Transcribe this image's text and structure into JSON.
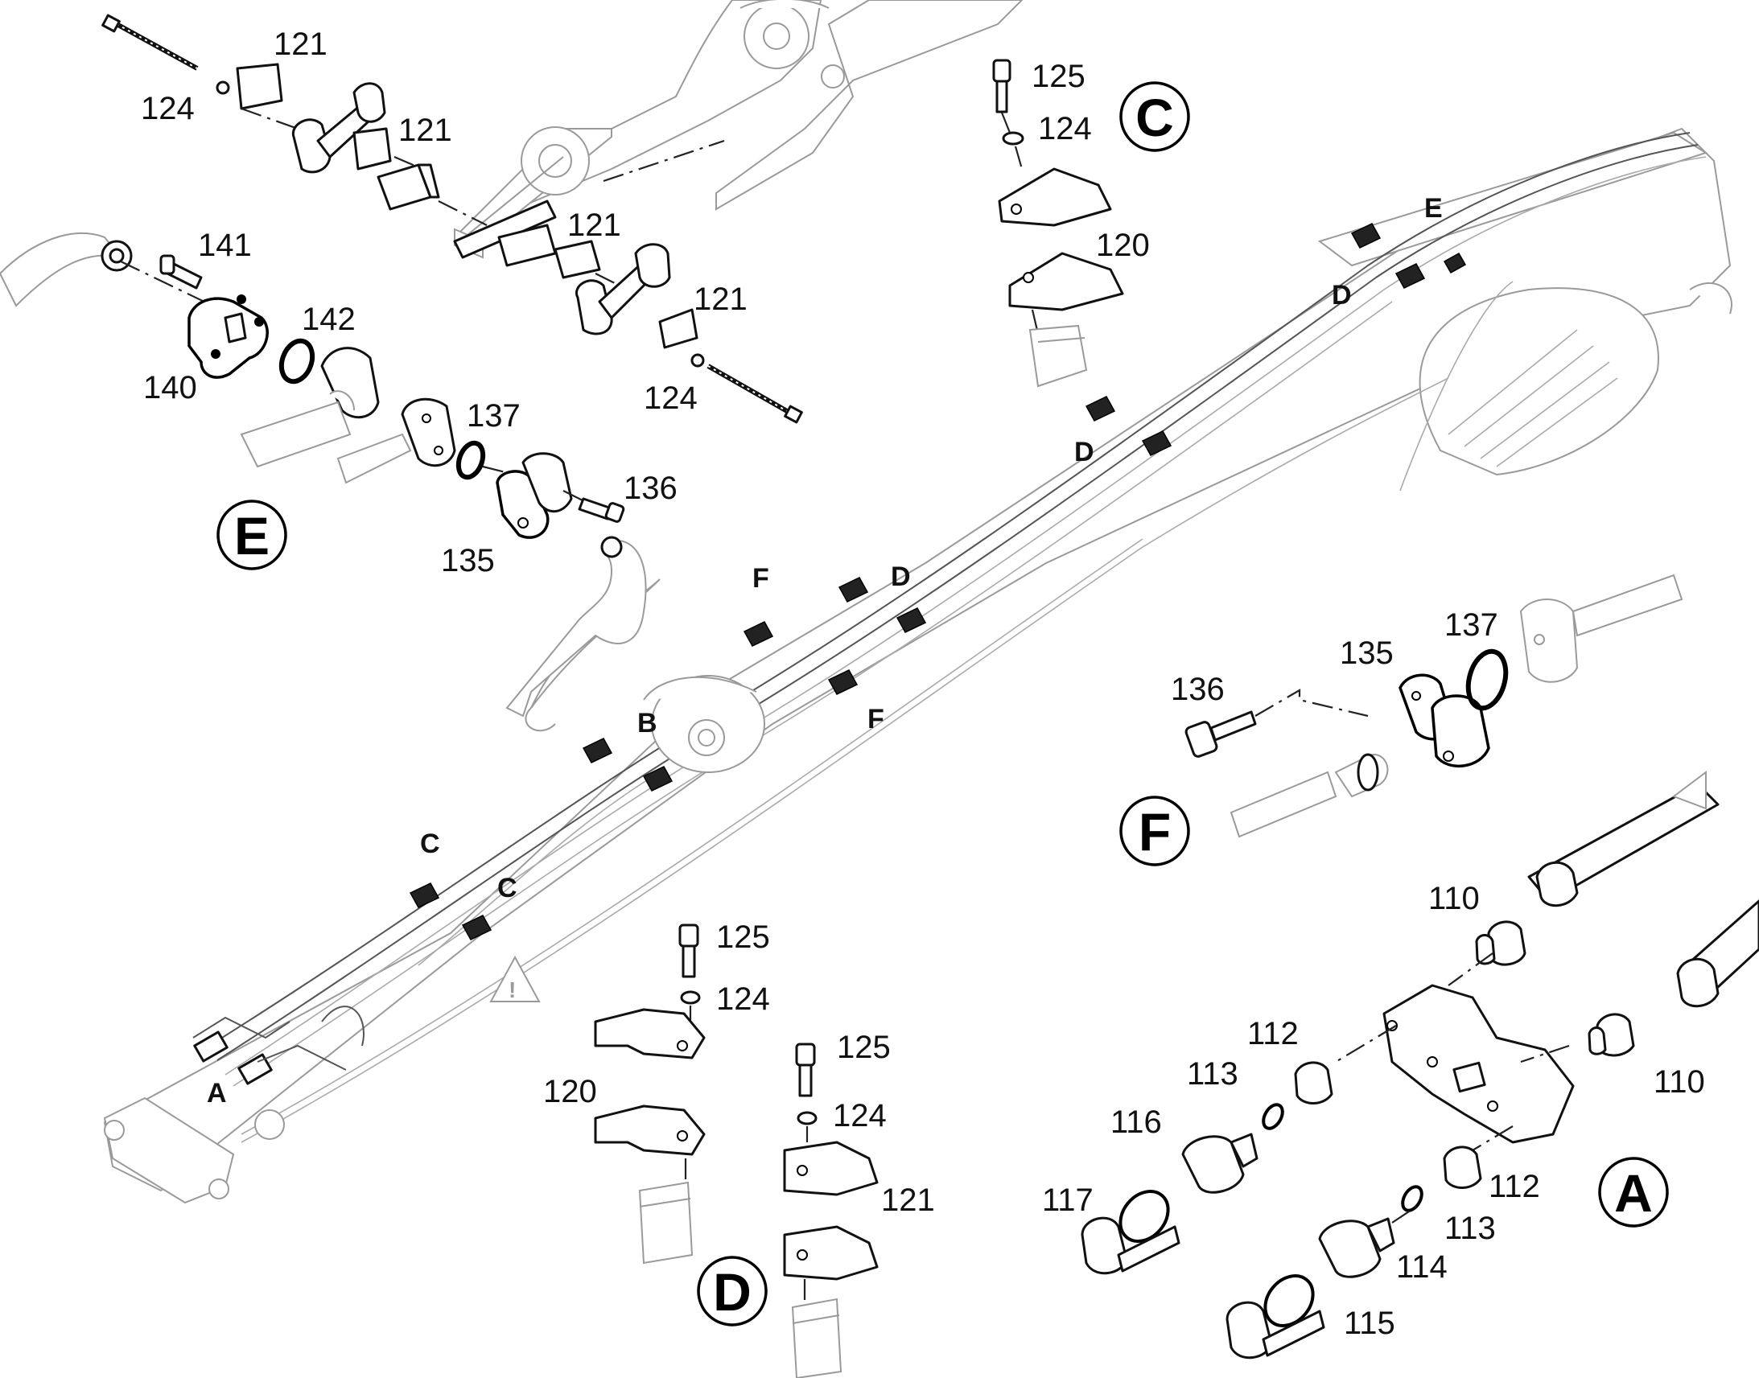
{
  "callouts": {
    "n121_top_a": "121",
    "n124_top_a": "124",
    "n121_top_b": "121",
    "n121_top_c": "121",
    "n121_top_d": "121",
    "n124_top_b": "124",
    "n141": "141",
    "n142": "142",
    "n140": "140",
    "n137_e": "137",
    "n136_e": "136",
    "n135_e": "135",
    "n125_c": "125",
    "n124_c": "124",
    "n120_c": "120",
    "n136_f": "136",
    "n135_f": "135",
    "n137_f": "137",
    "n125_d1": "125",
    "n124_d1": "124",
    "n120_d": "120",
    "n125_d2": "125",
    "n124_d2": "124",
    "n121_d": "121",
    "n110_a": "110",
    "n110_b": "110",
    "n112_a": "112",
    "n113_a": "113",
    "n116": "116",
    "n117": "117",
    "n112_b": "112",
    "n113_b": "113",
    "n114": "114",
    "n115": "115"
  },
  "detail_labels": {
    "C": "C",
    "E": "E",
    "F": "F",
    "D": "D",
    "A": "A"
  },
  "boom_refs": {
    "E": "E",
    "D_top": "D",
    "D_mid": "D",
    "F_top": "F",
    "D_center": "D",
    "B": "B",
    "F_low": "F",
    "C_left": "C",
    "C_right": "C",
    "A": "A"
  }
}
